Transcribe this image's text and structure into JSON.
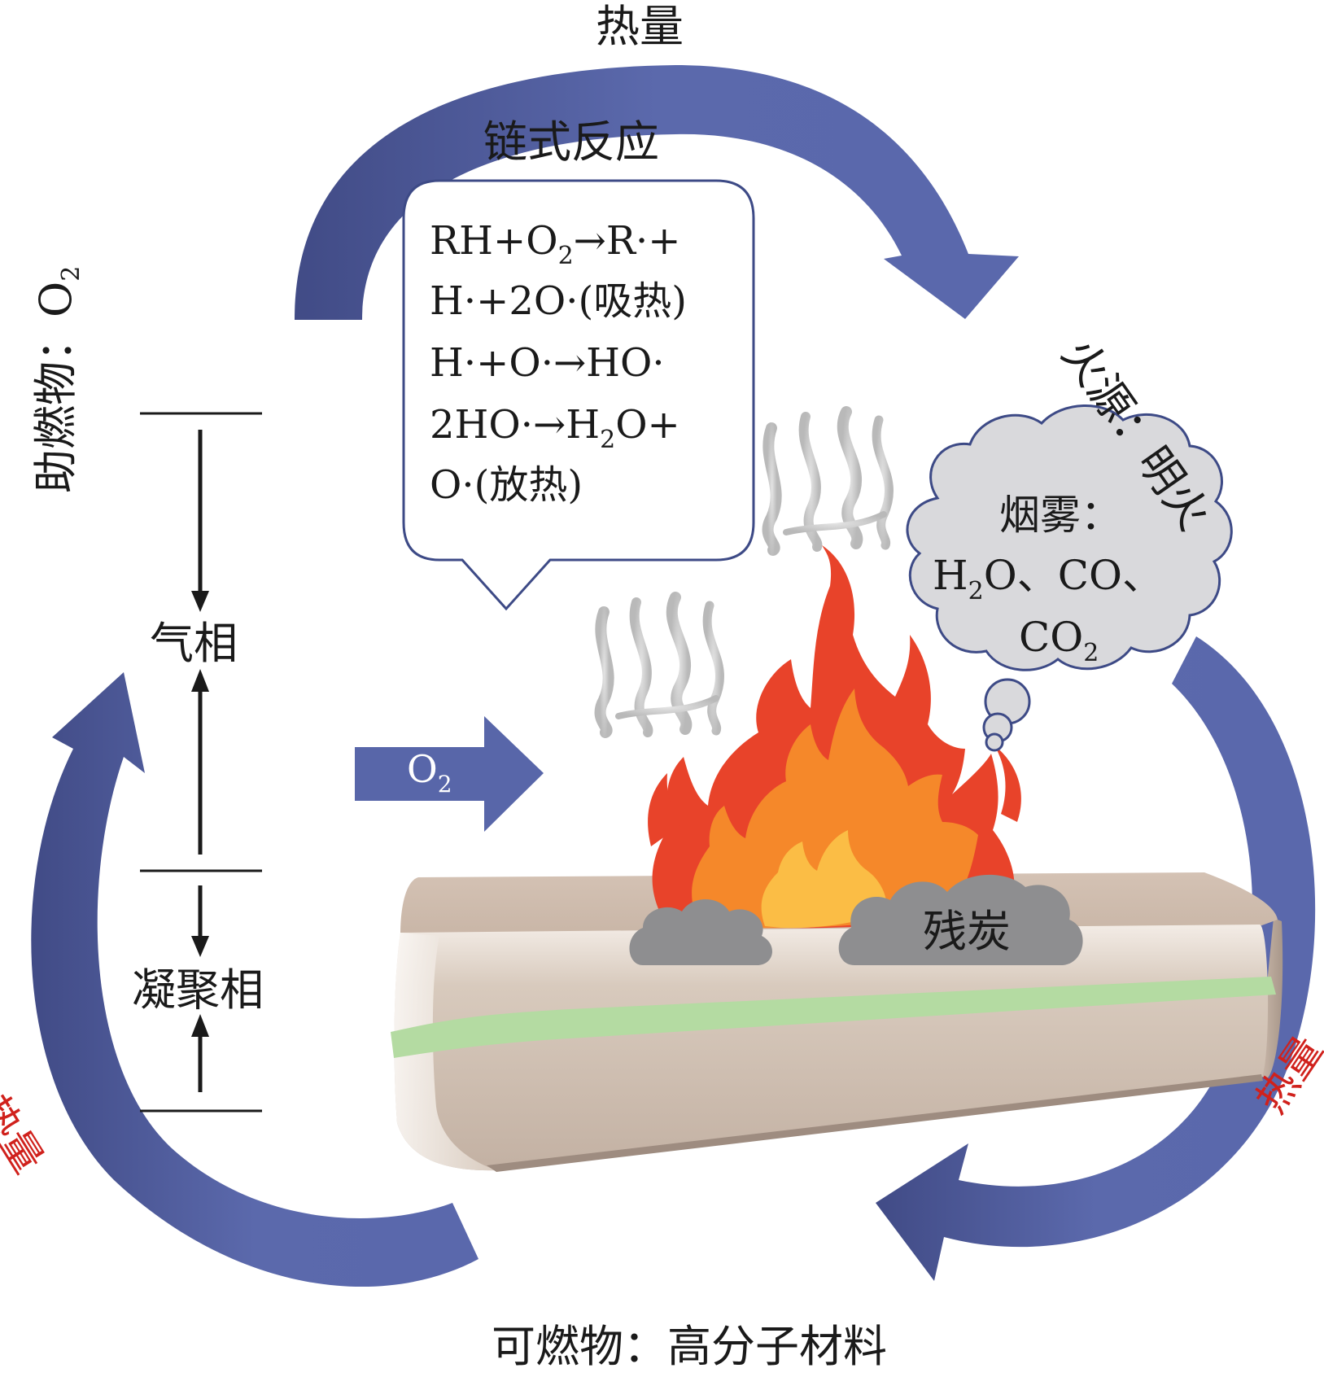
{
  "heat_top": "热量",
  "chain_reaction_title": "链式反应",
  "chain_reaction_lines": [
    {
      "parts": [
        "RH+O",
        "2",
        "→R·+"
      ]
    },
    {
      "parts": [
        "H·+2O·(吸热)",
        "",
        ""
      ]
    },
    {
      "parts": [
        "H·+O·→HO·",
        "",
        ""
      ]
    },
    {
      "parts": [
        "2HO·→H",
        "2",
        "O+"
      ]
    },
    {
      "parts": [
        "O·(放热)",
        "",
        ""
      ]
    }
  ],
  "oxidizer": {
    "prefix": "助燃物：O",
    "sub": "2"
  },
  "ignition": "火源：明火",
  "gas_phase": "气相",
  "condensed_phase": "凝聚相",
  "heat_left": "热量",
  "heat_right": "热量",
  "o2_arrow": {
    "main": "O",
    "sub": "2"
  },
  "smoke": {
    "title": "烟雾：",
    "line2": [
      "H",
      "2",
      "O、CO、"
    ],
    "line3": [
      "CO",
      "2"
    ]
  },
  "char_residue": "残炭",
  "combustible": "可燃物：高分子材料",
  "colors": {
    "arrow_blue": "#5865a8",
    "arrow_dark": "#414b86",
    "flame_red": "#e8432a",
    "flame_orange": "#f7922a",
    "smoke_cloud": "#d9d9dc",
    "char_gray": "#8a8a8c",
    "slab": "#c8b6a8",
    "stripe": "#b6dca4",
    "heat_side_text": "#d0211c"
  }
}
